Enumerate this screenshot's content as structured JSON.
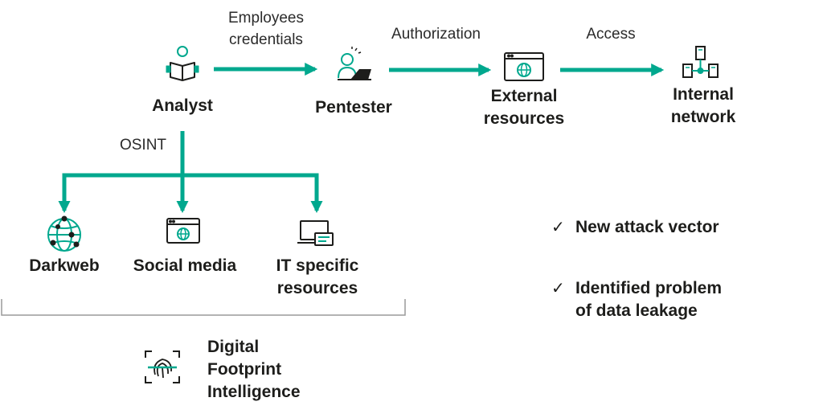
{
  "colors": {
    "accent": "#00a88e",
    "text": "#1d1d1b",
    "bracket": "#9a9a9a"
  },
  "nodes": {
    "analyst": {
      "label": "Analyst",
      "icon": "analyst-reading-icon"
    },
    "pentester": {
      "label": "Pentester",
      "icon": "pentester-laptop-icon"
    },
    "external": {
      "label_line1": "External",
      "label_line2": "resources",
      "icon": "browser-globe-icon"
    },
    "internal": {
      "label_line1": "Internal",
      "label_line2": "network",
      "icon": "network-servers-icon"
    }
  },
  "edges": {
    "credentials": {
      "line1": "Employees",
      "line2": "credentials"
    },
    "authorization": "Authorization",
    "access": "Access",
    "osint": "OSINT"
  },
  "sources": {
    "darkweb": {
      "label": "Darkweb",
      "icon": "darkweb-globe-icon"
    },
    "social": {
      "label": "Social media",
      "icon": "browser-globe-icon"
    },
    "it": {
      "label_line1": "IT specific",
      "label_line2": "resources",
      "icon": "devices-icon"
    }
  },
  "results": [
    {
      "line1": "New attack vector",
      "line2": ""
    },
    {
      "line1": "Identified problem",
      "line2": "of data leakage"
    }
  ],
  "check_symbol": "✓",
  "dfi": {
    "line1": "Digital",
    "line2": "Footprint",
    "line3": "Intelligence",
    "icon": "fingerprint-scan-icon"
  }
}
